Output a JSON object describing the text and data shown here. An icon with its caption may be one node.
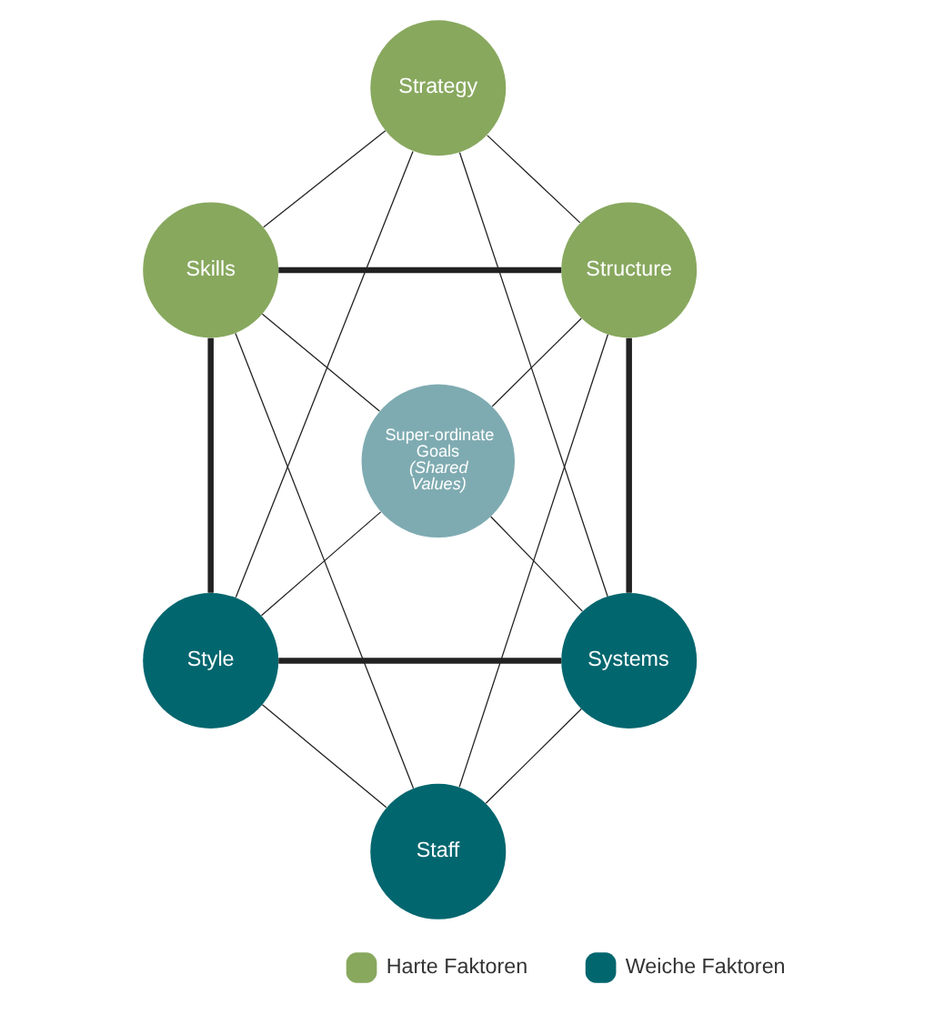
{
  "diagram": {
    "nodes": [
      {
        "text": [
          "Strategy"
        ]
      },
      {
        "text": [
          "Skills"
        ]
      },
      {
        "text": [
          "Structure"
        ]
      },
      {
        "text": [
          "Super-ordinate Goals",
          "(Shared Values)"
        ]
      },
      {
        "text": [
          "Style"
        ]
      },
      {
        "text": [
          "Systems"
        ]
      },
      {
        "text": [
          "Staff"
        ]
      }
    ],
    "edges": [
      {
        "from": 0,
        "to": 1,
        "arrow": "none"
      },
      {
        "from": 0,
        "to": 2,
        "arrow": "none"
      },
      {
        "from": 0,
        "to": 4,
        "arrow": "none"
      },
      {
        "from": 0,
        "to": 5,
        "arrow": "none"
      },
      {
        "from": 1,
        "to": 2,
        "arrow": "none",
        "style": "thick"
      },
      {
        "from": 1,
        "to": 4,
        "arrow": "none",
        "style": "thick"
      },
      {
        "from": 1,
        "to": 6,
        "arrow": "none"
      },
      {
        "from": 1,
        "to": 3,
        "arrow": "none"
      },
      {
        "from": 2,
        "to": 3,
        "arrow": "none"
      },
      {
        "from": 2,
        "to": 5,
        "arrow": "none",
        "style": "thick"
      },
      {
        "from": 2,
        "to": 6,
        "arrow": "none"
      },
      {
        "from": 3,
        "to": 4,
        "arrow": "none"
      },
      {
        "from": 3,
        "to": 5,
        "arrow": "none"
      },
      {
        "from": 4,
        "to": 5,
        "arrow": "none",
        "style": "thick"
      },
      {
        "from": 4,
        "to": 6,
        "arrow": "none"
      },
      {
        "from": 5,
        "to": 6,
        "arrow": "none"
      }
    ],
    "legend": [
      {
        "text": "Harte Faktoren",
        "color": "#88a85e"
      },
      {
        "text": "Weiche Faktoren",
        "color": "#02666e"
      }
    ]
  }
}
